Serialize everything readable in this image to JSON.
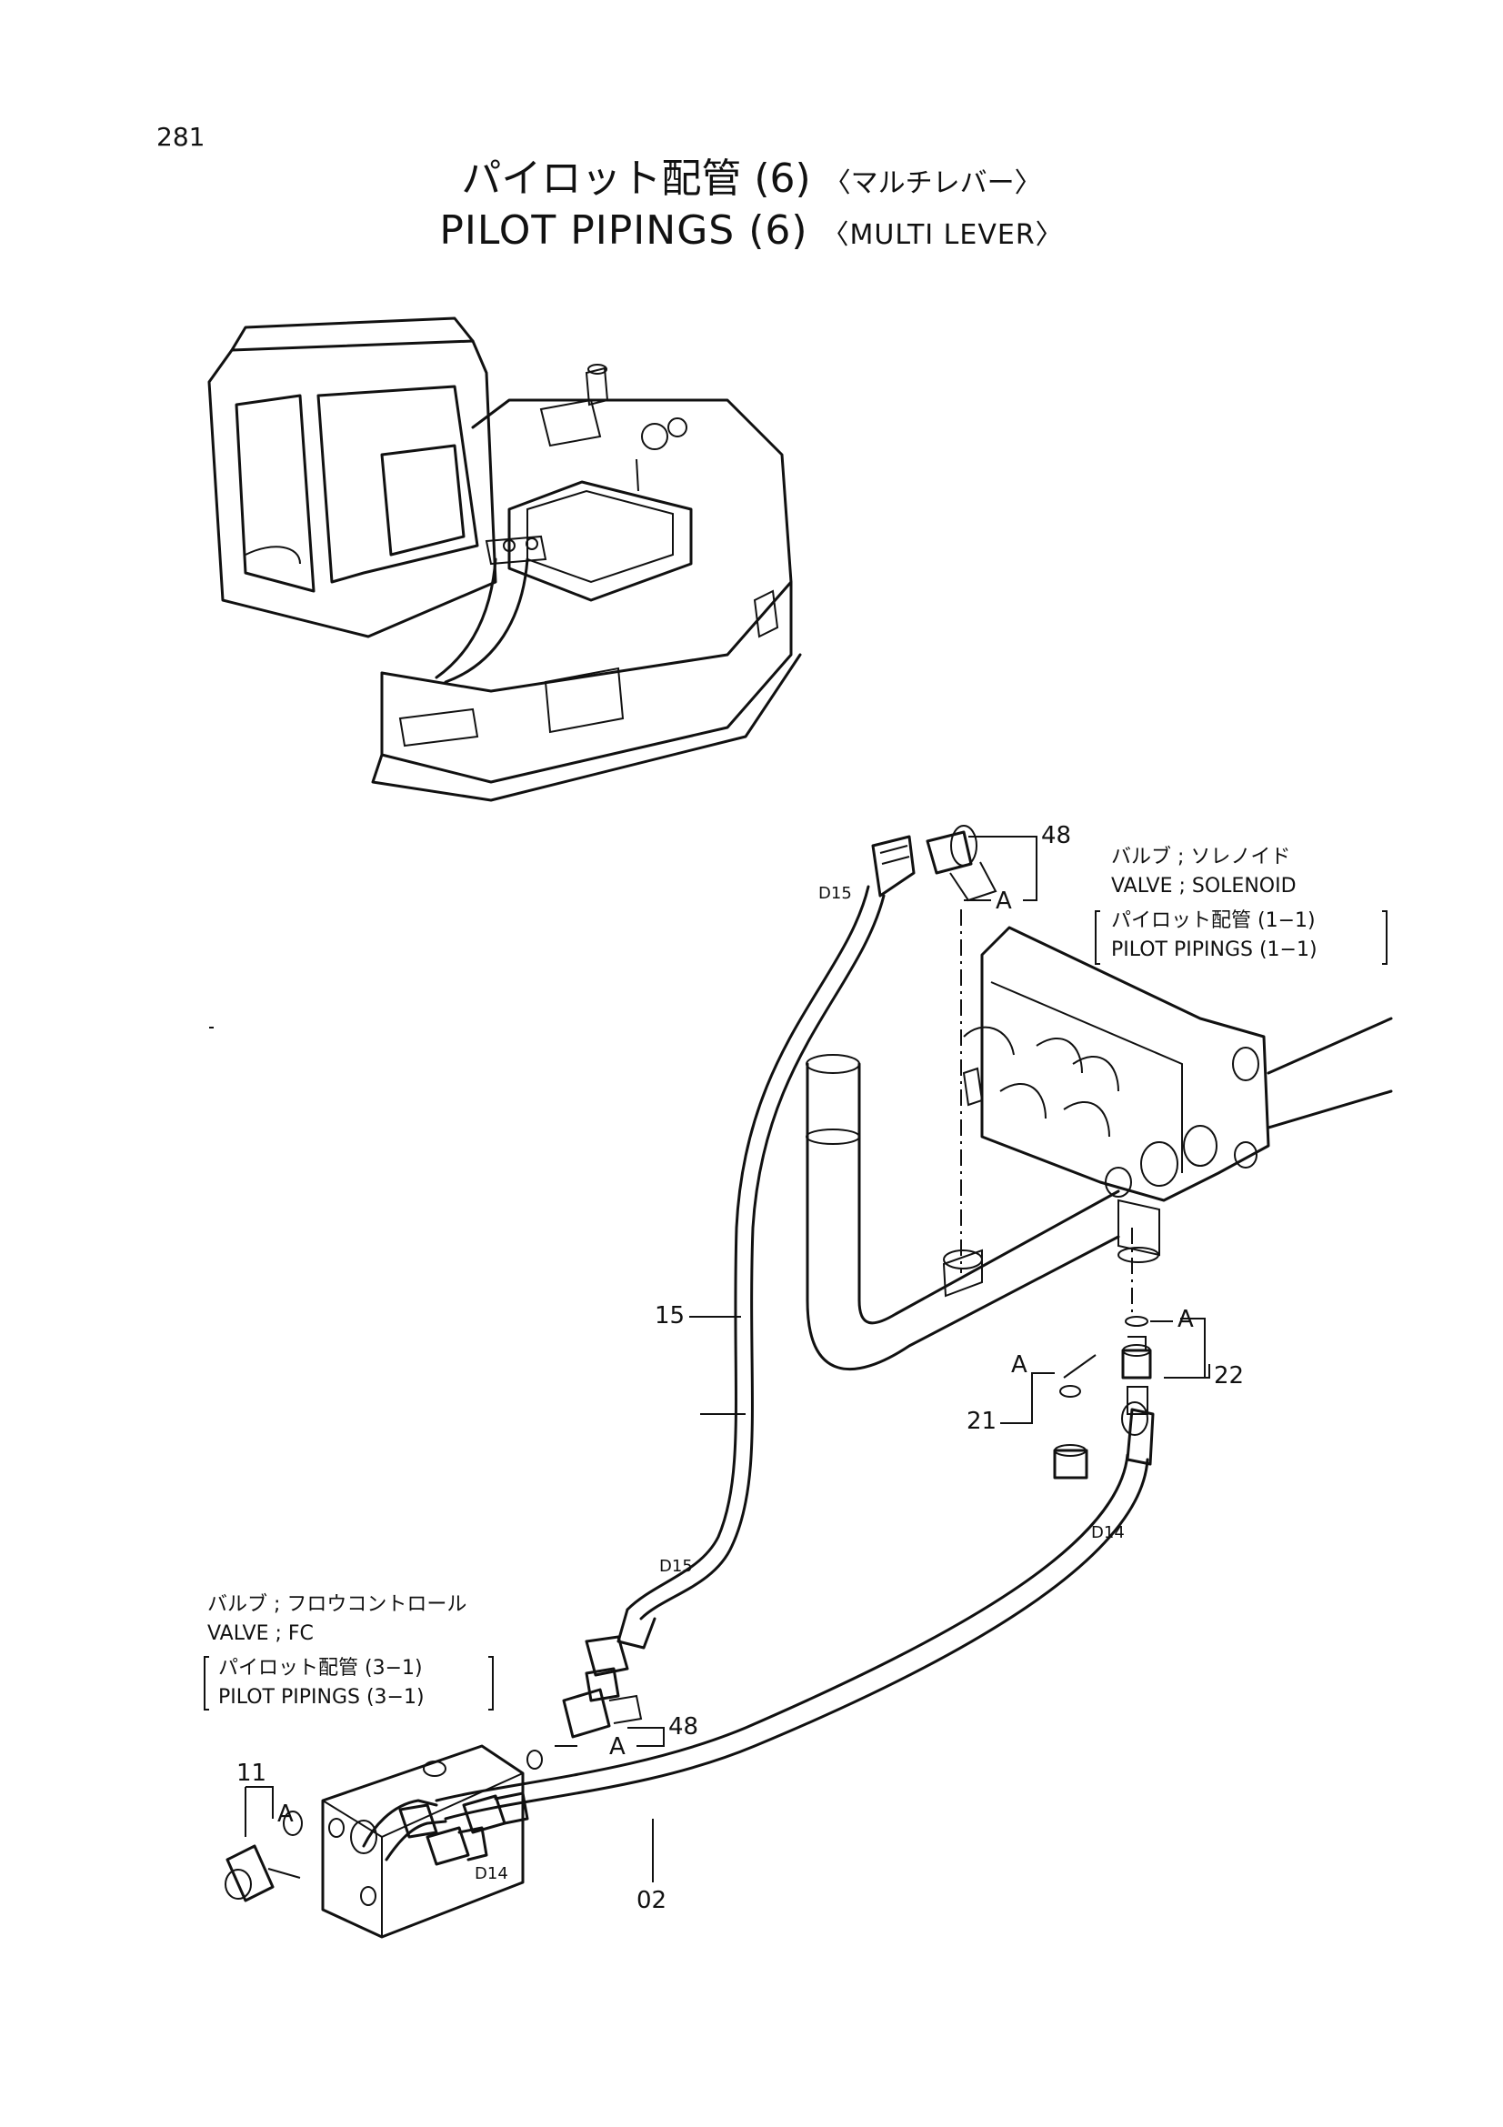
{
  "page_number": "281",
  "title": {
    "jp_main": "パイロット配管 (6)",
    "jp_sub": "〈マルチレバー〉",
    "en_main": "PILOT PIPINGS (6)",
    "en_sub": "〈MULTI LEVER〉"
  },
  "callouts": {
    "solenoid": {
      "jp": "バルブ ; ソレノイド",
      "en": "VALVE ; SOLENOID",
      "ref_jp": "パイロット配管 (1−1)",
      "ref_en": "PILOT PIPINGS (1−1)"
    },
    "fc": {
      "jp": "バルブ ; フロウコントロール",
      "en": "VALVE ; FC",
      "ref_jp": "パイロット配管 (3−1)",
      "ref_en": "PILOT PIPINGS (3−1)"
    }
  },
  "part_numbers": {
    "p48_top": "48",
    "p48_bottom": "48",
    "p15": "15",
    "p21": "21",
    "p22": "22",
    "p11": "11",
    "p02": "02"
  },
  "size_marks": {
    "d15_top": "D15",
    "d15_bottom": "D15",
    "d14_right": "D14",
    "d14_bottom": "D14"
  },
  "detail_marks": {
    "a1": "A",
    "a2": "A",
    "a3": "A",
    "a4": "A",
    "a5": "A"
  }
}
